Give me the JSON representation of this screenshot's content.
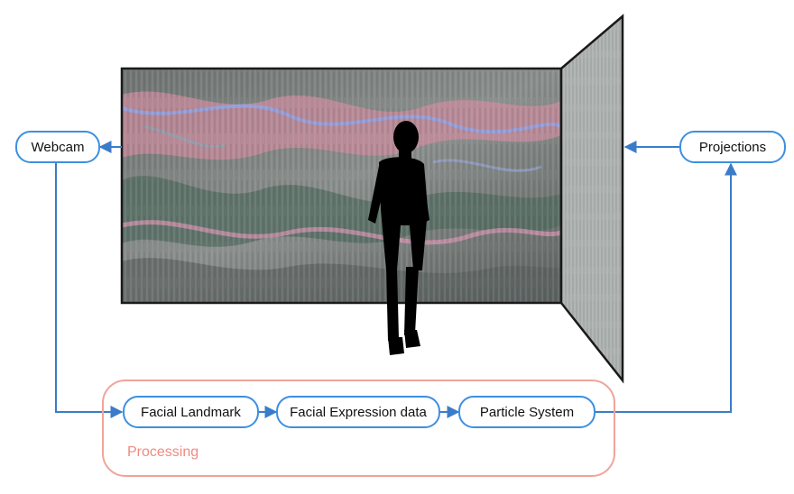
{
  "diagram": {
    "nodes": {
      "webcam": "Webcam",
      "projections": "Projections",
      "facial_landmark": "Facial Landmark",
      "facial_expression": "Facial Expression data",
      "particle_system": "Particle System"
    },
    "group_label": "Processing",
    "edges": [
      {
        "from": "projection-screen",
        "to": "Webcam"
      },
      {
        "from": "Webcam",
        "to": "Facial Landmark"
      },
      {
        "from": "Facial Landmark",
        "to": "Facial Expression data"
      },
      {
        "from": "Facial Expression data",
        "to": "Particle System"
      },
      {
        "from": "Particle System",
        "to": "Projections"
      },
      {
        "from": "Projections",
        "to": "side-screen"
      }
    ]
  },
  "colors": {
    "node_border": "#3d8fe0",
    "arrow": "#3b7cc8",
    "processing_border": "#f0a49a",
    "processing_text": "#f08a80",
    "screen_frame": "#1a1a1a",
    "silhouette": "#000000"
  },
  "illustration": {
    "main_screen": "projected-particle-artwork",
    "side_screen": "side-projection-panel",
    "figure": "person-silhouette"
  }
}
